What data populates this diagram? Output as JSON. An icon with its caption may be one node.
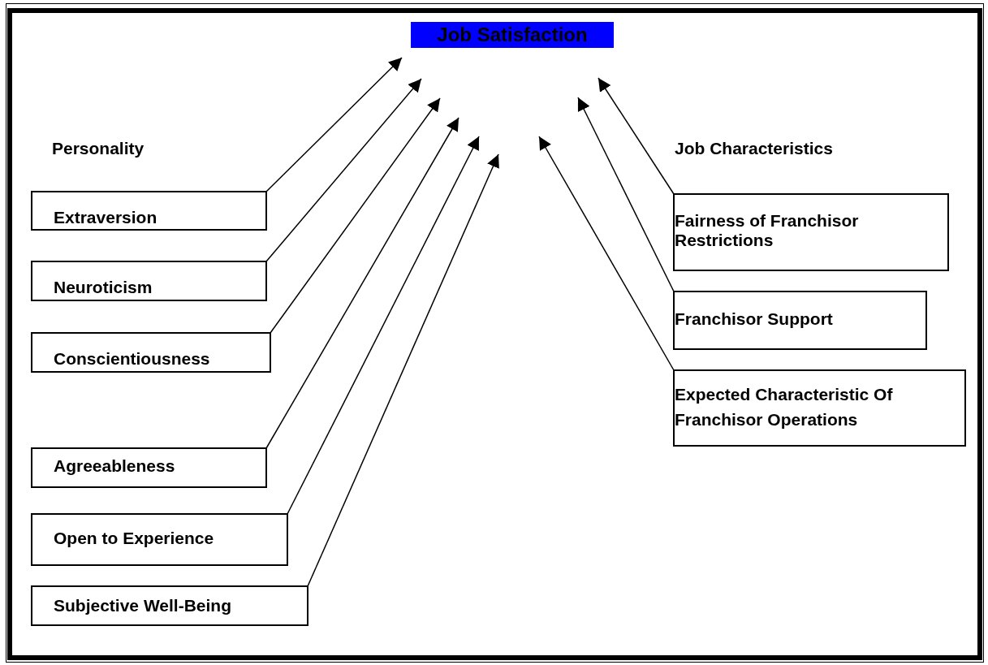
{
  "diagram": {
    "title": "Job Satisfaction",
    "nodes": [
      {
        "text": [
          "Extraversion"
        ]
      },
      {
        "text": [
          "Neuroticism"
        ]
      },
      {
        "text": [
          "Conscientiousness"
        ]
      },
      {
        "text": [
          "Agreeableness"
        ]
      },
      {
        "text": [
          "Open to Experience"
        ]
      },
      {
        "text": [
          "Subjective Well-Being"
        ]
      },
      {
        "text": [
          "Fairness of Franchisor Restrictions"
        ]
      },
      {
        "text": [
          "Franchisor Support"
        ]
      },
      {
        "text": [
          "Expected Characteristic Of Franchisor Operations"
        ]
      }
    ],
    "edges": [
      {
        "from": 0,
        "to": null,
        "arrow": "to"
      },
      {
        "from": 1,
        "to": null,
        "arrow": "to"
      },
      {
        "from": 2,
        "to": null,
        "arrow": "to"
      },
      {
        "from": 3,
        "to": null,
        "arrow": "to"
      },
      {
        "from": 4,
        "to": null,
        "arrow": "to"
      },
      {
        "from": 5,
        "to": null,
        "arrow": "to"
      },
      {
        "from": 6,
        "to": null,
        "arrow": "to"
      },
      {
        "from": 7,
        "to": null,
        "arrow": "to"
      },
      {
        "from": 8,
        "to": null,
        "arrow": "to"
      }
    ],
    "labels": [
      "Personality",
      "Job Characteristics"
    ]
  }
}
